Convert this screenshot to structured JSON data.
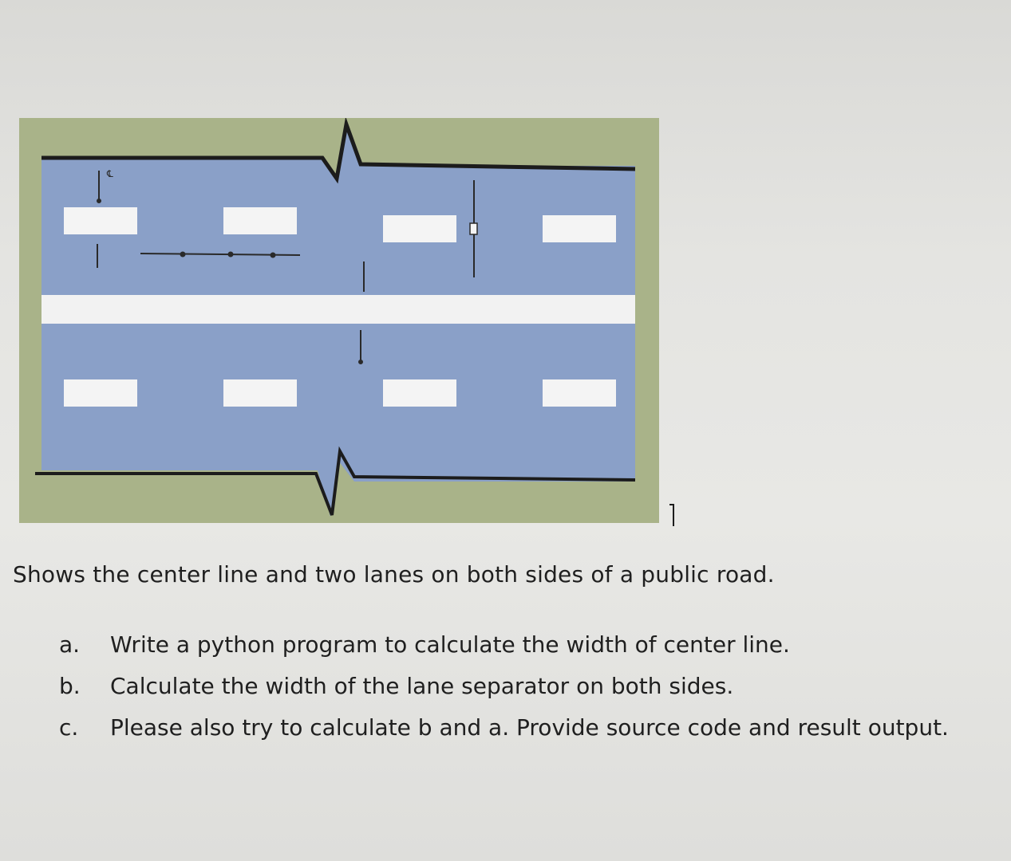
{
  "figure": {
    "centerline_symbol": "℄",
    "colors": {
      "border": "#a9b389",
      "road": "#8aa0c8",
      "centerline": "#f2f2f2",
      "lane_marking": "#f4f4f4",
      "road_edge": "#1c1c1c",
      "dimension": "#2a2a2a"
    }
  },
  "caption": "Shows the center line and two lanes on both sides of a public road.",
  "questions": [
    {
      "marker": "a.",
      "text": "Write a python program to calculate the width of center line."
    },
    {
      "marker": "b.",
      "text": "Calculate the width of the lane separator on both sides."
    },
    {
      "marker": "c.",
      "text": "Please also try to calculate b and a. Provide source code and result output."
    }
  ]
}
